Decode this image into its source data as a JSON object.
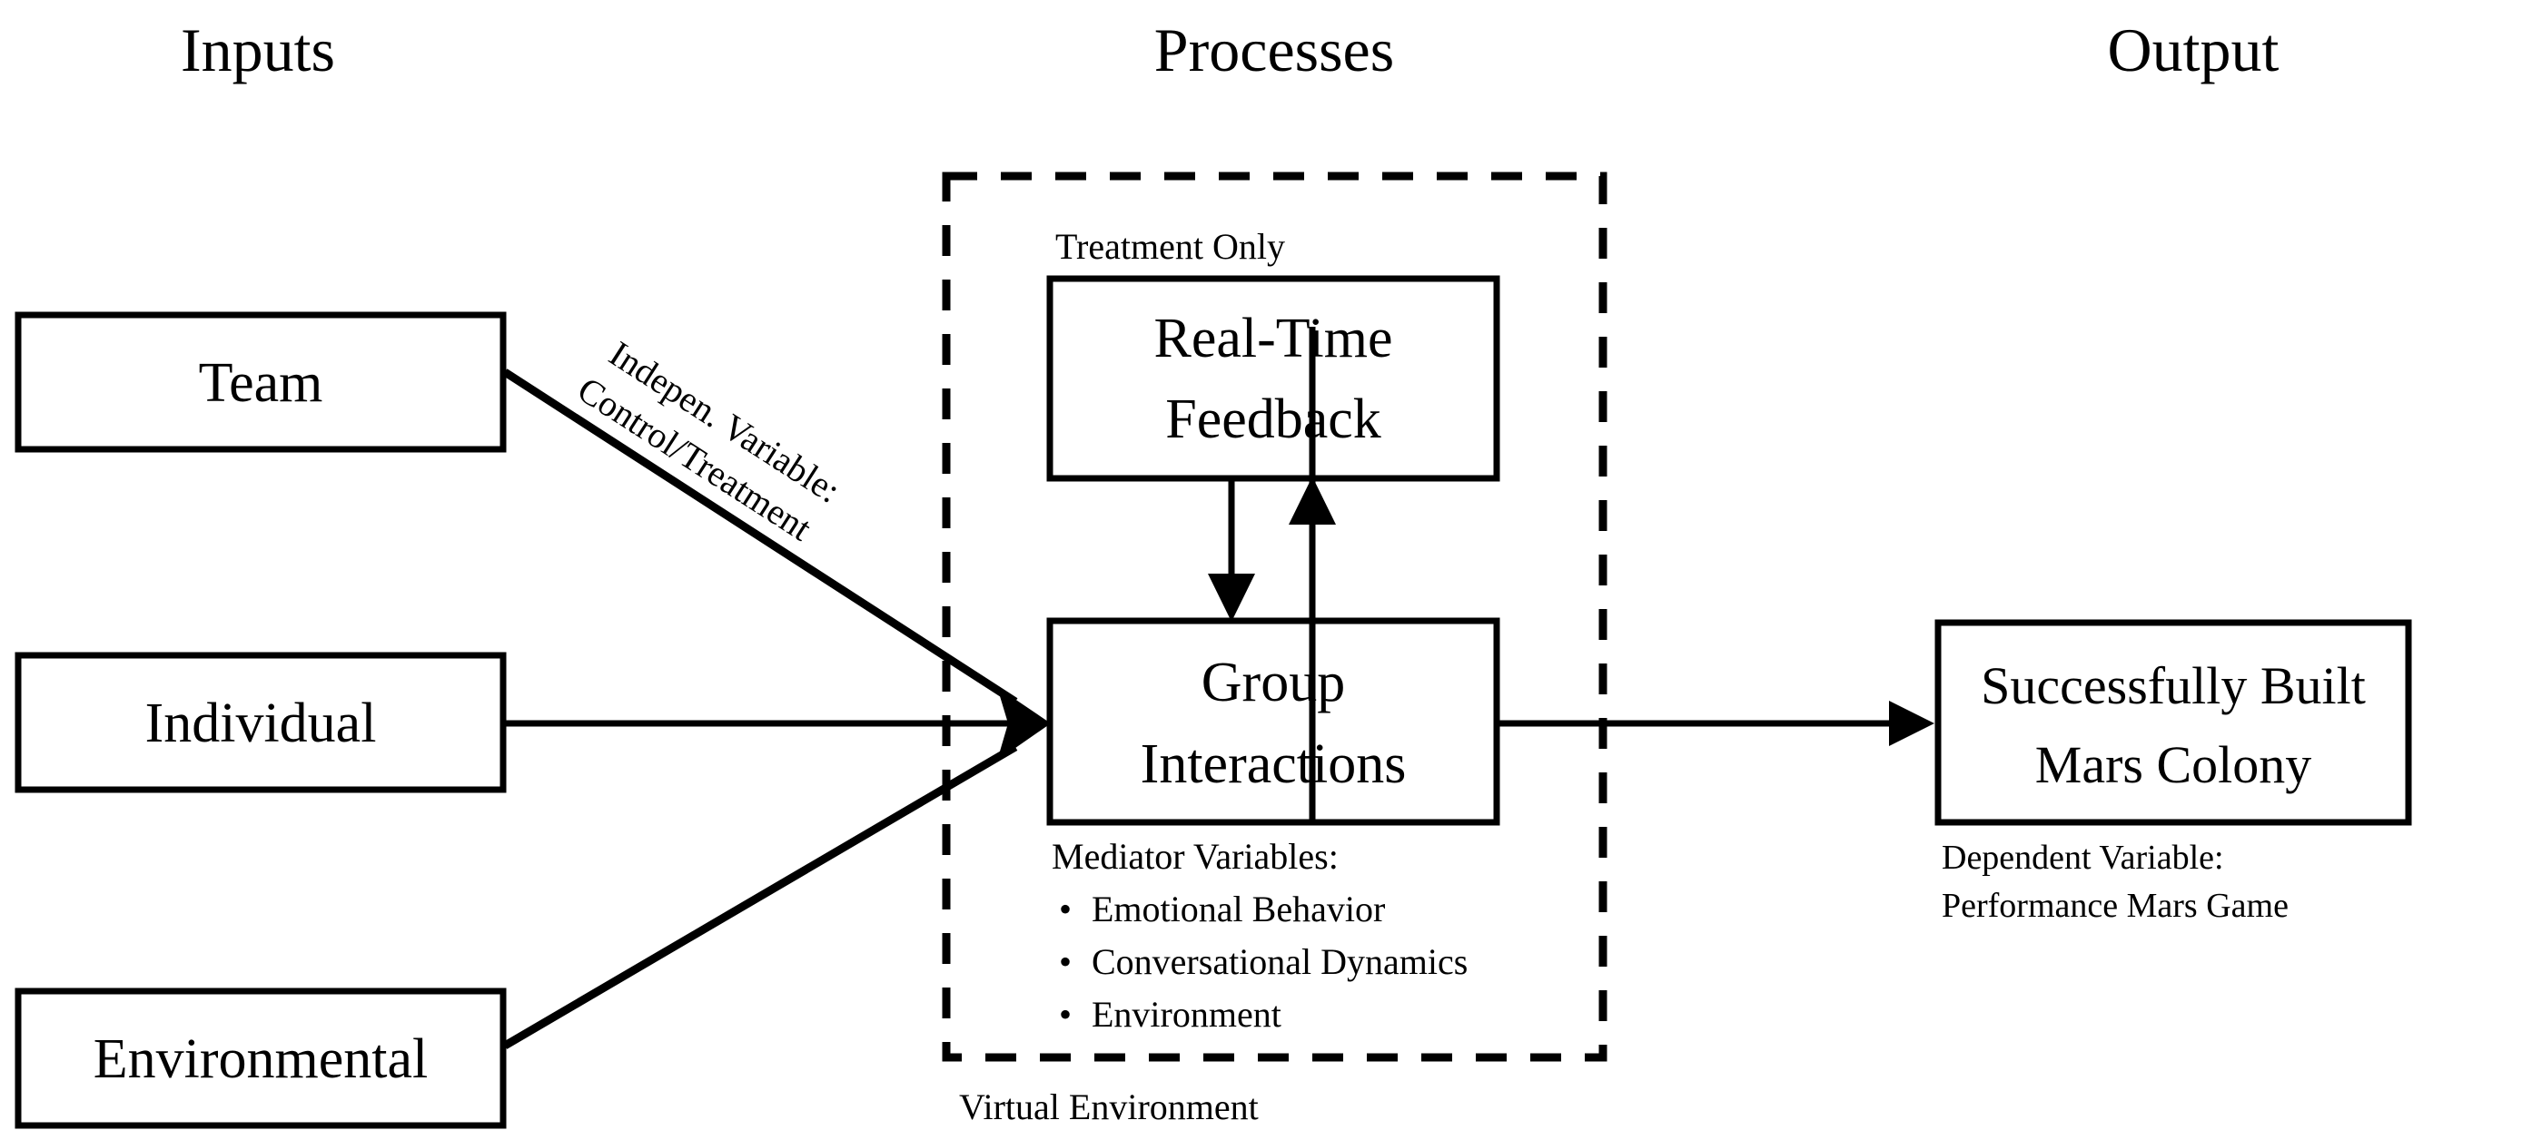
{
  "headings": {
    "inputs": "Inputs",
    "processes": "Processes",
    "output": "Output"
  },
  "inputs": {
    "boxes": [
      {
        "label": "Team"
      },
      {
        "label": "Individual"
      },
      {
        "label": "Environmental"
      }
    ]
  },
  "edge_labels": {
    "independent_variable_line1": "Indepen. Variable:",
    "independent_variable_line2": "Control/Treatment"
  },
  "processes": {
    "container_caption": "Virtual Environment",
    "treatment_only_label": "Treatment Only",
    "feedback_box": {
      "line1": "Real-Time",
      "line2": "Feedback"
    },
    "group_box": {
      "line1": "Group",
      "line2": "Interactions"
    },
    "mediator": {
      "title": "Mediator Variables:",
      "bullet_glyph": "•",
      "items": [
        "Emotional Behavior",
        "Conversational Dynamics",
        "Environment"
      ]
    }
  },
  "output": {
    "box": {
      "line1": "Successfully Built",
      "line2": "Mars Colony"
    },
    "caption_line1": "Dependent Variable:",
    "caption_line2": "Performance Mars Game"
  },
  "colors": {
    "stroke": "#000000",
    "background": "#ffffff"
  }
}
